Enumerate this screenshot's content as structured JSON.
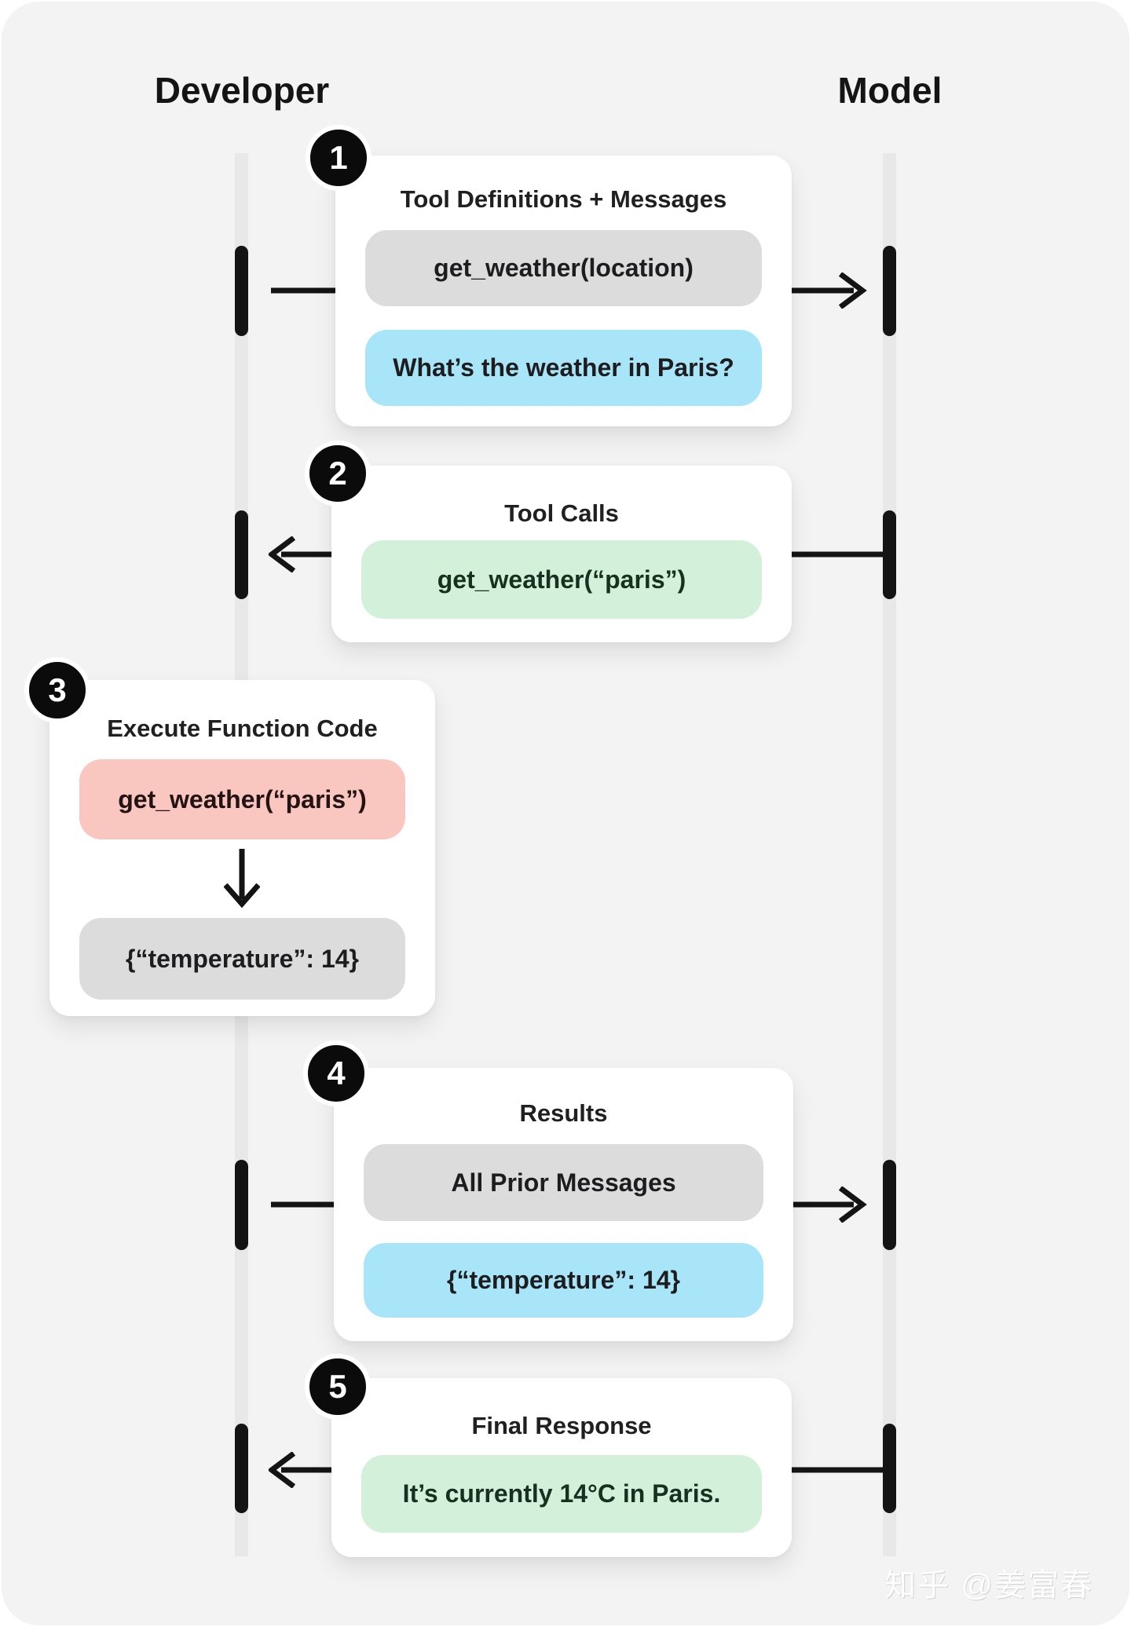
{
  "lanes": {
    "left_label": "Developer",
    "right_label": "Model"
  },
  "steps": [
    {
      "num": "1",
      "title": "Tool Definitions + Messages",
      "pills": [
        {
          "text": "get_weather(location)",
          "color": "gray"
        },
        {
          "text": "What’s the weather in Paris?",
          "color": "blue"
        }
      ],
      "arrow": "developer-to-model"
    },
    {
      "num": "2",
      "title": "Tool Calls",
      "pills": [
        {
          "text": "get_weather(“paris”)",
          "color": "green"
        }
      ],
      "arrow": "model-to-developer"
    },
    {
      "num": "3",
      "title": "Execute Function Code",
      "pills": [
        {
          "text": "get_weather(“paris”)",
          "color": "red"
        },
        {
          "text": "{“temperature”: 14}",
          "color": "gray"
        }
      ],
      "arrow": "down"
    },
    {
      "num": "4",
      "title": "Results",
      "pills": [
        {
          "text": "All Prior Messages",
          "color": "gray"
        },
        {
          "text": "{“temperature”: 14}",
          "color": "blue"
        }
      ],
      "arrow": "developer-to-model"
    },
    {
      "num": "5",
      "title": "Final Response",
      "pills": [
        {
          "text": "It’s currently 14°C in Paris.",
          "color": "green"
        }
      ],
      "arrow": "model-to-developer"
    }
  ],
  "page": {
    "watermark": "知乎 @姜富春"
  },
  "colors": {
    "panel-bg": "#f3f3f4",
    "card-bg": "#ffffff",
    "pill-gray": "#dcdcdc",
    "pill-blue": "#a8e5f8",
    "pill-green": "#d3f0da",
    "pill-red": "#f9c6c0",
    "ink": "#141414",
    "lifeline": "#e8e8e8",
    "watermark": "#ffffff"
  }
}
